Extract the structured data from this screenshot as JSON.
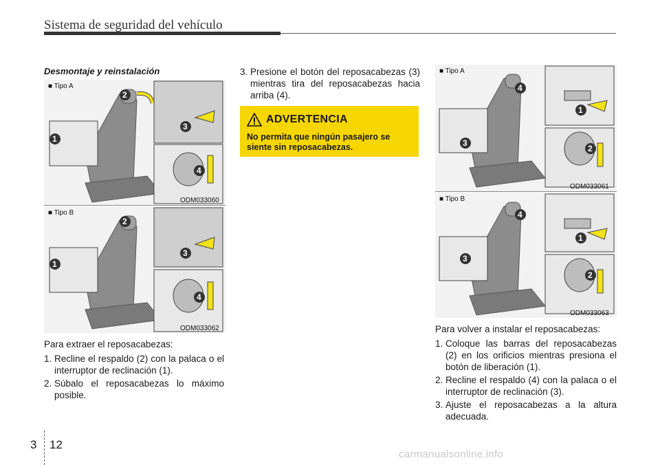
{
  "header": {
    "title": "Sistema de seguridad del vehículo"
  },
  "section": {
    "title": "Desmontaje y reinstalación"
  },
  "figures": {
    "left_a": {
      "label": "■ Tipo A",
      "code": "ODM033060"
    },
    "left_b": {
      "label": "■ Tipo B",
      "code": "ODM033062"
    },
    "right_a": {
      "label": "■ Tipo A",
      "code": "ODM033061"
    },
    "right_b": {
      "label": "■ Tipo B",
      "code": "ODM033063"
    },
    "callouts": [
      "1",
      "2",
      "3",
      "4"
    ]
  },
  "left_text": {
    "intro": "Para extraer el reposacabezas:",
    "steps": [
      {
        "num": "1.",
        "text": "Recline el respaldo (2) con la palaca o el interruptor de reclinación (1)."
      },
      {
        "num": "2.",
        "text": "Súbalo el reposacabezas lo máximo posible."
      }
    ]
  },
  "middle_text": {
    "steps": [
      {
        "num": "3.",
        "text": "Presione el botón del reposacabezas (3) mientras tira del reposacabezas hacia arriba (4)."
      }
    ]
  },
  "warning": {
    "title": "ADVERTENCIA",
    "body": "No permita que ningún pasajero se siente sin reposacabezas.",
    "icon": "warning-triangle-icon"
  },
  "right_text": {
    "intro": "Para volver a instalar el reposacabezas:",
    "steps": [
      {
        "num": "1.",
        "text": "Coloque las barras del reposacabezas (2) en los orificios mientras presiona el botón de liberación (1)."
      },
      {
        "num": "2.",
        "text": "Recline el respaldo (4) con la palaca o el interruptor de reclinación (3)."
      },
      {
        "num": "3.",
        "text": "Ajuste el reposacabezas a la altura adecuada."
      }
    ]
  },
  "footer": {
    "chapter": "3",
    "page": "12",
    "watermark": "carmanualsonline.info"
  },
  "colors": {
    "warning": "#f6d600",
    "arrow": "#f2e21a"
  }
}
